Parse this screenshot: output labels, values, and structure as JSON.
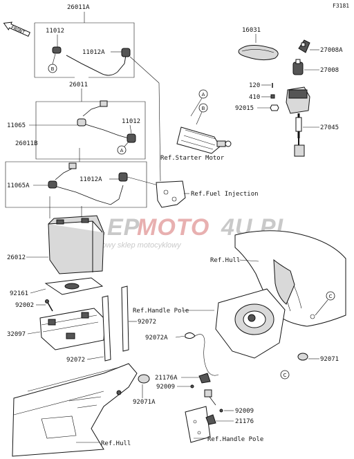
{
  "figure_code": "F3181",
  "front_label": "FRONT",
  "watermark": {
    "brand_part1": "SKLEP",
    "brand_part2": "MOTO",
    "brand_part3": "4U.PL",
    "tagline": "Internetowy sklep motocyklowy"
  },
  "group_labels": {
    "g1": "26011A",
    "g2": "26011",
    "g3": "26011B"
  },
  "part_labels": {
    "p11012_top": "11012",
    "p11012A_top": "11012A",
    "p11065": "11065",
    "p11012_mid": "11012",
    "p11065A": "11065A",
    "p11012A_bot": "11012A",
    "p26012": "26012",
    "p92161": "92161",
    "p92002": "92002",
    "p32097": "32097",
    "p92072_left": "92072",
    "p92072_right": "92072",
    "p92072A": "92072A",
    "p92071A": "92071A",
    "p21176A": "21176A",
    "p92009_a": "92009",
    "p92009_b": "92009",
    "p21176": "21176",
    "p92071": "92071",
    "p16031": "16031",
    "p27008A": "27008A",
    "p27008": "27008",
    "p120": "120",
    "p410": "410",
    "p92015": "92015",
    "p27045": "27045"
  },
  "reference_labels": {
    "starter_motor": "Ref.Starter Motor",
    "fuel_injection": "Ref.Fuel Injection",
    "hull_right": "Ref.Hull",
    "handle_pole_top": "Ref.Handle Pole",
    "hull_bottom": "Ref.Hull",
    "handle_pole_bottom": "Ref.Handle Pole"
  },
  "callouts": {
    "a": "A",
    "b": "B",
    "c": "C"
  }
}
